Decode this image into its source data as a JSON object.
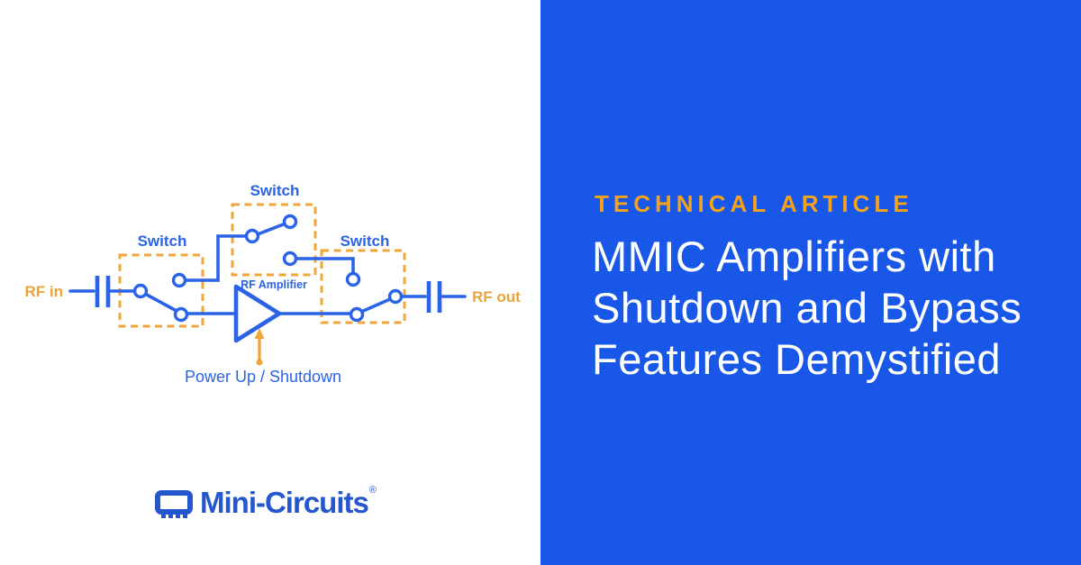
{
  "colors": {
    "panel_blue": "#1857E8",
    "circuit_blue": "#2B63E8",
    "diagram_orange": "#EFA63A",
    "label_orange": "#E9A43C",
    "eyebrow_orange": "#F5A21B",
    "logo_blue": "#2456CE",
    "background": "#FFFFFF"
  },
  "article_panel": {
    "eyebrow": "TECHNICAL ARTICLE",
    "title_lines": [
      "MMIC Amplifiers with",
      "Shutdown and Bypass",
      "Features Demystified"
    ]
  },
  "diagram": {
    "rf_in_label": "RF in",
    "rf_out_label": "RF out",
    "switch_labels": [
      "Switch",
      "Switch",
      "Switch"
    ],
    "amplifier_label": "RF Amplifier",
    "control_label": "Power Up / Shutdown"
  },
  "logo": {
    "wordmark": "Mini-Circuits",
    "registered": "®"
  }
}
